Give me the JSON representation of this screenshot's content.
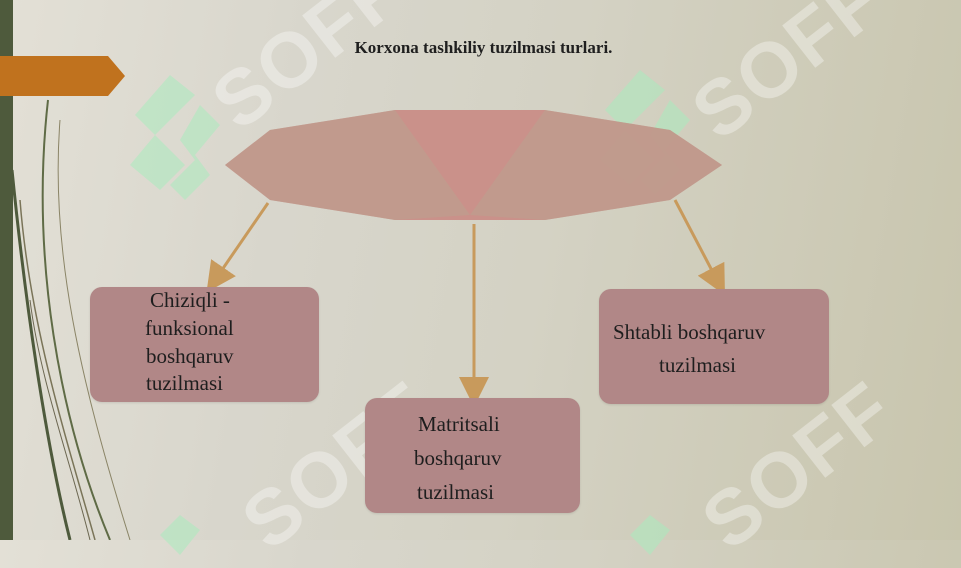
{
  "slide": {
    "title": "Korxona tashkiliy tuzilmasi turlari.",
    "colors": {
      "left_bar": "#4e5a3c",
      "accent_tab": "#c0721e",
      "umbrella": "#c98b84",
      "box": "#b18787",
      "arrow": "#c89a5c"
    }
  },
  "watermark": {
    "text": "SOFF",
    "icon": "soff-logo-icon"
  },
  "diagram": {
    "root_shape": "umbrella-shape",
    "nodes": [
      {
        "label": "Chiziqli - funksional boshqaruv tuzilmasi",
        "lines": [
          "Chiziqli -",
          "funksional",
          "boshqaruv",
          "tuzilmasi"
        ]
      },
      {
        "label": "Matritsali boshqaruv tuzilmasi",
        "lines": [
          "Matritsali",
          "boshqaruv",
          "tuzilmasi"
        ]
      },
      {
        "label": "Shtabli boshqaruv tuzilmasi",
        "lines": [
          "Shtabli boshqaruv",
          "tuzilmasi"
        ]
      }
    ]
  }
}
